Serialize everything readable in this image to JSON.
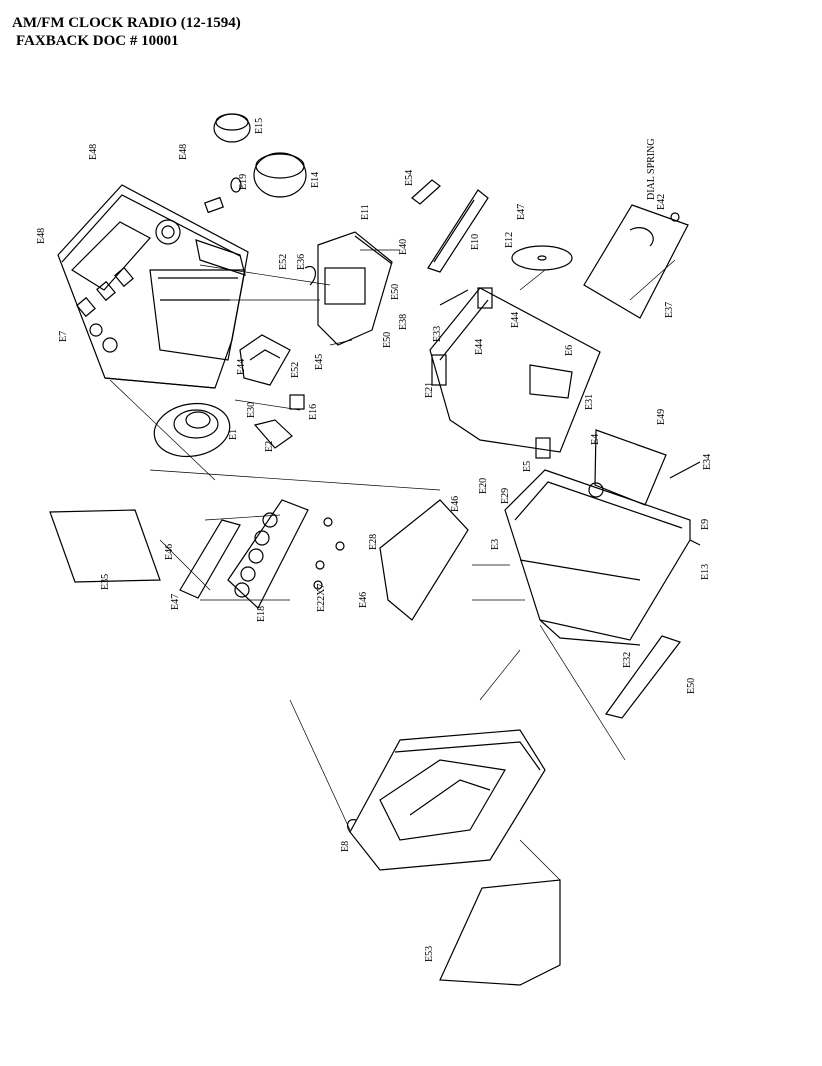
{
  "header": {
    "line1": "AM/FM CLOCK RADIO  (12-1594)",
    "line2": "FAXBACK DOC # 10001"
  },
  "labels": {
    "E48a": "E48",
    "E48b": "E48",
    "E48c": "E48",
    "E15": "E15",
    "E14": "E14",
    "E19": "E19",
    "E11": "E11",
    "E40": "E40",
    "E52a": "E52",
    "E36": "E36",
    "E38": "E38",
    "E50a": "E50",
    "E50b": "E50",
    "E50c": "E50",
    "E7": "E7",
    "E44a": "E44",
    "E44b": "E44",
    "E44c": "E44",
    "E52b": "E52",
    "E45": "E45",
    "E30": "E30",
    "E16": "E16",
    "E2": "E2",
    "E1": "E1",
    "E54": "E54",
    "E10": "E10",
    "E47a": "E47",
    "E47b": "E47",
    "E12": "E12",
    "dial_spring": "DIAL SPRING",
    "E42": "E42",
    "E37": "E37",
    "E33": "E33",
    "E6": "E6",
    "E21": "E21",
    "E31": "E31",
    "E49": "E49",
    "E4": "E4",
    "E34": "E34",
    "E5": "E5",
    "E9": "E9",
    "E46a": "E46",
    "E46b": "E46",
    "E46c": "E46",
    "E20": "E20",
    "E29": "E29",
    "E3": "E3",
    "E28": "E28",
    "E13": "E13",
    "E35": "E35",
    "E18": "E18",
    "E22X7": "E22X7",
    "E32": "E32",
    "E8": "E8",
    "E53": "E53"
  }
}
